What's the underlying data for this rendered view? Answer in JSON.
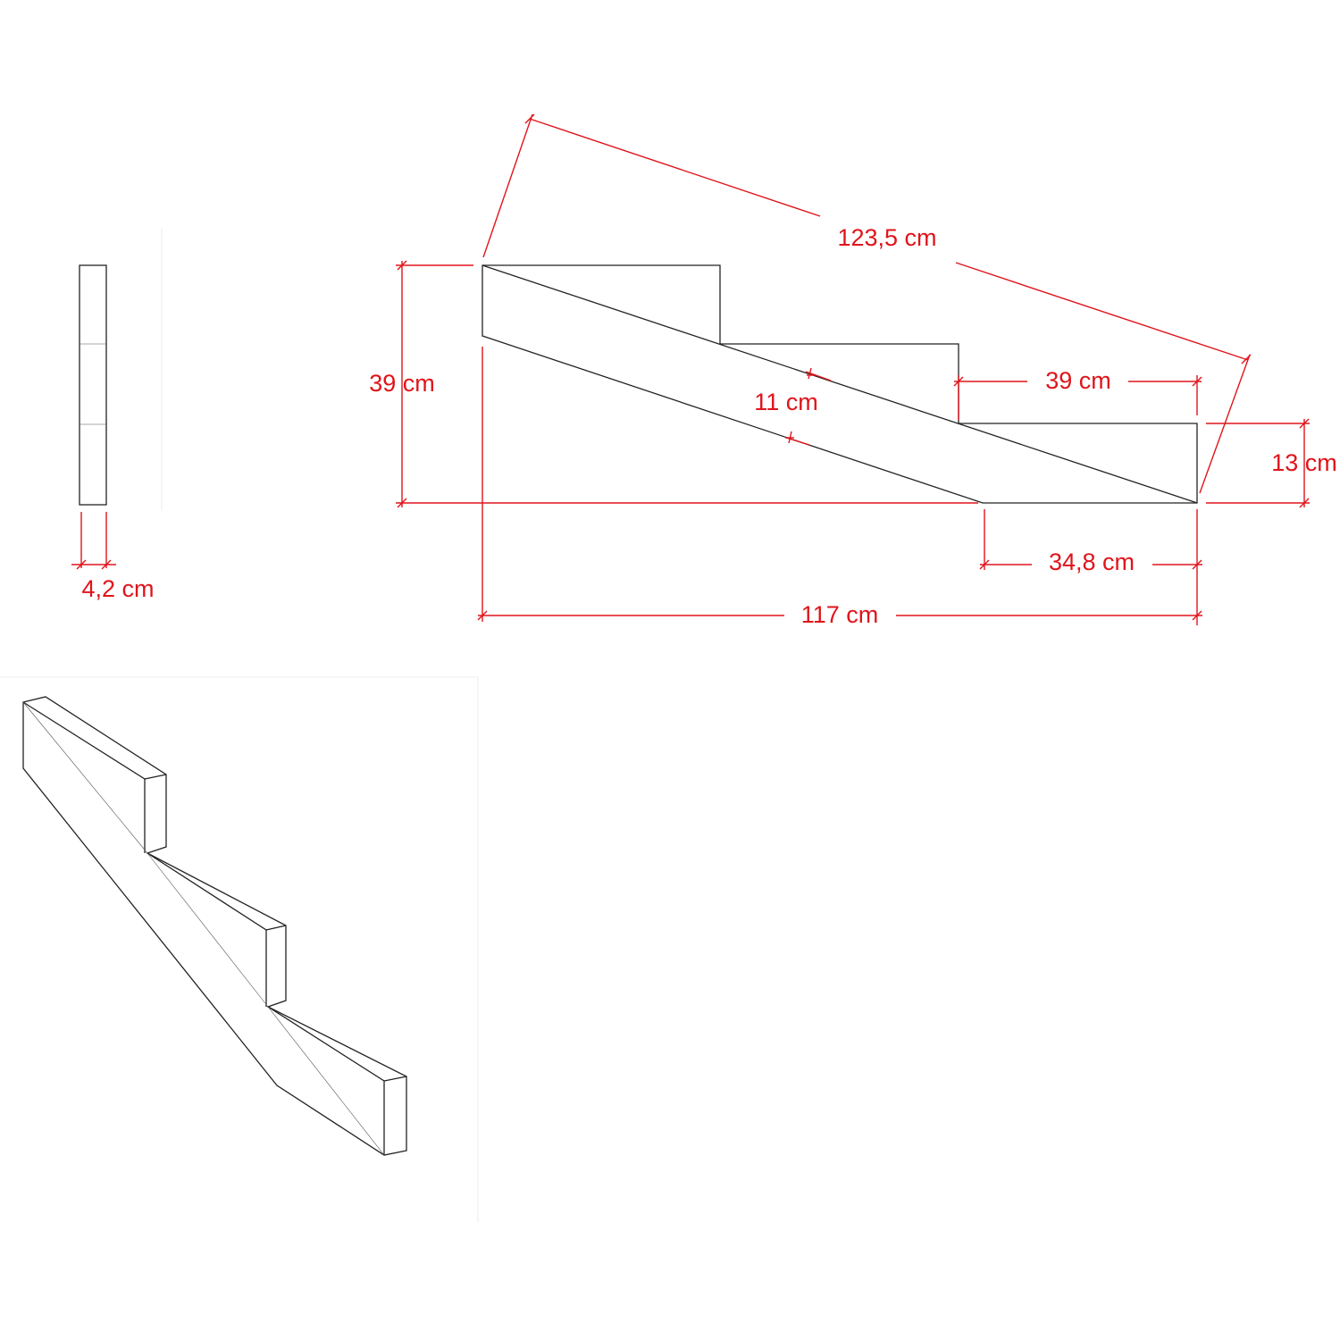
{
  "dimensions": {
    "thickness": "4,2 cm",
    "length": "123,5 cm",
    "height": "39 cm",
    "depth": "11 cm",
    "tread": "39 cm",
    "riser": "13 cm",
    "bottom_cut": "34,8 cm",
    "run": "117 cm"
  },
  "colors": {
    "dimension": "#e0141b",
    "outline": "#222222"
  }
}
